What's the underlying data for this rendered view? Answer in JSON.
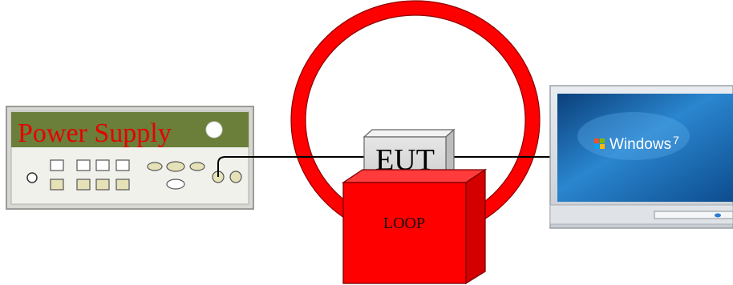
{
  "power_supply": {
    "label": "Power Supply"
  },
  "eut": {
    "label": "EUT"
  },
  "loop": {
    "label": "LOOP"
  },
  "monitor": {
    "os_label": "Windows",
    "os_version": "7"
  },
  "colors": {
    "loop_red": "#ff0000",
    "ps_display": "#6b7f3a",
    "ps_body": "#f2f2ee",
    "screen_blue": "#1f6fb8"
  }
}
